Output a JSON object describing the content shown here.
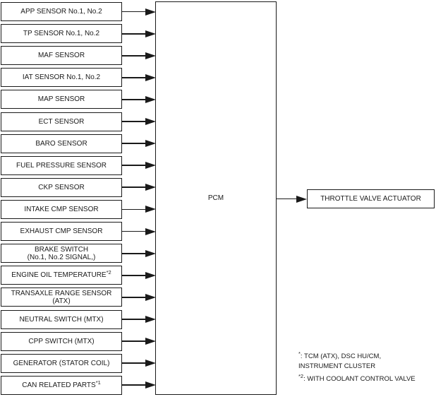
{
  "diagram": {
    "pcm_label": "PCM",
    "output_label": "THROTTLE VALVE ACTUATOR",
    "inputs": [
      {
        "label": "APP SENSOR No.1, No.2"
      },
      {
        "label": "TP SENSOR No.1, No.2"
      },
      {
        "label": "MAF SENSOR"
      },
      {
        "label": "IAT SENSOR No.1, No.2"
      },
      {
        "label": "MAP SENSOR"
      },
      {
        "label": "ECT SENSOR"
      },
      {
        "label": "BARO SENSOR"
      },
      {
        "label": "FUEL PRESSURE SENSOR"
      },
      {
        "label": "CKP SENSOR"
      },
      {
        "label": "INTAKE CMP SENSOR"
      },
      {
        "label": "EXHAUST CMP SENSOR"
      },
      {
        "label": "BRAKE SWITCH",
        "line2": "(No.1, No.2 SIGNAL,)"
      },
      {
        "label": "ENGINE OIL TEMPERATURE",
        "sup": "*2"
      },
      {
        "label": "TRANSAXLE RANGE SENSOR",
        "line2": "(ATX)"
      },
      {
        "label": "NEUTRAL SWITCH (MTX)"
      },
      {
        "label": "CPP SWITCH (MTX)"
      },
      {
        "label": "GENERATOR (STATOR COIL)"
      },
      {
        "label": "CAN RELATED PARTS",
        "sup": "*1"
      }
    ],
    "footnotes": [
      {
        "sup": "*",
        "text": ": TCM (ATX), DSC HU/CM,",
        "text2": "INSTRUMENT CLUSTER"
      },
      {
        "sup": "*2",
        "text": ": WITH COOLANT CONTROL VALVE"
      }
    ],
    "colors": {
      "line": "#1a1a1a",
      "background": "#ffffff",
      "text": "#1a1a1a"
    }
  }
}
